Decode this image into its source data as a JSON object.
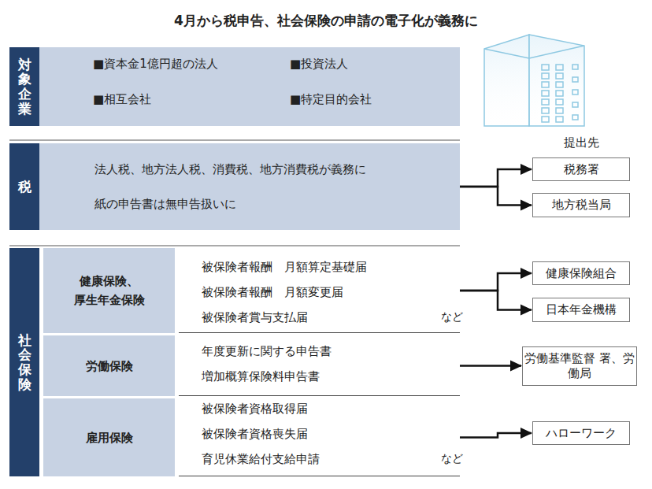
{
  "diagram": {
    "title": "4月から税申告、社会保険の申請の電子化が義務に",
    "nodes": [
      {
        "text": [
          "対象企業"
        ]
      },
      {
        "text": [
          "■資本金1億円超の法人",
          "■投資法人",
          "■相互会社",
          "■特定目的会社"
        ]
      },
      {
        "text": [
          "税"
        ]
      },
      {
        "text": [
          "法人税、地方法人税、消費税、地方消費税が義務に",
          "紙の申告書は無申告扱いに"
        ]
      },
      {
        "text": [
          "税務署"
        ]
      },
      {
        "text": [
          "地方税当局"
        ]
      },
      {
        "text": [
          "社会保険"
        ]
      },
      {
        "text": [
          "健康保険、 厚生年金保険"
        ]
      },
      {
        "text": [
          "被保険者報酬　月額算定基礎届",
          "被保険者報酬　月額変更届",
          "被保険者賞与支払届",
          "など"
        ]
      },
      {
        "text": [
          "健康保険組合"
        ]
      },
      {
        "text": [
          "日本年金機構"
        ]
      },
      {
        "text": [
          "労働保険"
        ]
      },
      {
        "text": [
          "年度更新に関する申告書",
          "増加概算保険料申告書"
        ]
      },
      {
        "text": [
          "労働基準監督 署、労働局"
        ]
      },
      {
        "text": [
          "雇用保険"
        ]
      },
      {
        "text": [
          "被保険者資格取得届",
          "被保険者資格喪失届",
          "育児休業給付支給申請",
          "など"
        ]
      },
      {
        "text": [
          "ハローワーク"
        ]
      }
    ],
    "edges": [
      {
        "from": 3,
        "to": 4,
        "arrow": "to"
      },
      {
        "from": 3,
        "to": 5,
        "arrow": "to"
      },
      {
        "from": 8,
        "to": 9,
        "arrow": "to"
      },
      {
        "from": 8,
        "to": 10,
        "arrow": "to"
      },
      {
        "from": 12,
        "to": 13,
        "arrow": "to"
      },
      {
        "from": 15,
        "to": 16,
        "arrow": "to"
      }
    ],
    "labels": [
      "提出先"
    ]
  }
}
